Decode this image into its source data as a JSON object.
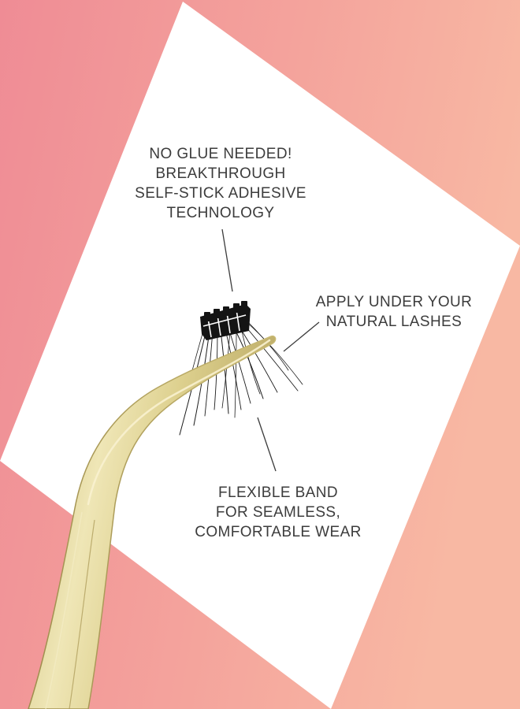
{
  "callouts": {
    "adhesive": {
      "lines": [
        "NO GLUE NEEDED!",
        "BREAKTHROUGH",
        "SELF-STICK ADHESIVE",
        "TECHNOLOGY"
      ]
    },
    "application": {
      "lines": [
        "APPLY UNDER YOUR",
        "NATURAL LASHES"
      ]
    },
    "band": {
      "lines": [
        "FLEXIBLE BAND",
        "FOR SEAMLESS,",
        "COMFORTABLE WEAR"
      ]
    }
  },
  "colors": {
    "background_left": "#f08f96",
    "background_right": "#f7b4a2",
    "card": "#ffffff",
    "text": "#3c3c3c",
    "tweezer_gold": "#e3d79a",
    "lash": "#1c1c1c"
  }
}
